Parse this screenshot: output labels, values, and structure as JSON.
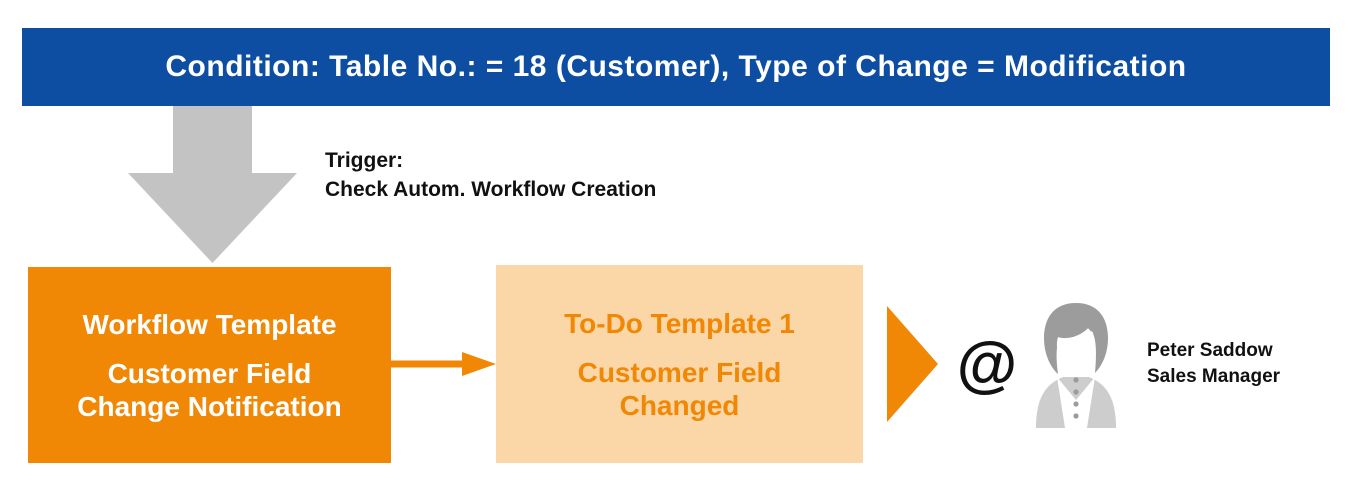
{
  "banner": {
    "text": "Condition: Table No.: = 18 (Customer), Type of Change = Modification"
  },
  "trigger": {
    "line1": "Trigger:",
    "line2": "Check Autom. Workflow Creation"
  },
  "workflow_box": {
    "title": "Workflow Template",
    "line1": "Customer Field",
    "line2": "Change Notification"
  },
  "todo_box": {
    "title": "To-Do Template 1",
    "line1": "Customer Field",
    "line2": "Changed"
  },
  "recipient": {
    "at_symbol": "@",
    "name": "Peter Saddow",
    "role": "Sales Manager"
  },
  "colors": {
    "banner_blue": "#0d4ea2",
    "orange": "#f08705",
    "light_orange": "#fbd7a8",
    "arrow_gray": "#c3c3c3",
    "avatar_hair_gray": "#9c9c9c",
    "avatar_body_gray": "#cdcdcd",
    "text_black": "#111111",
    "text_white": "#ffffff"
  }
}
